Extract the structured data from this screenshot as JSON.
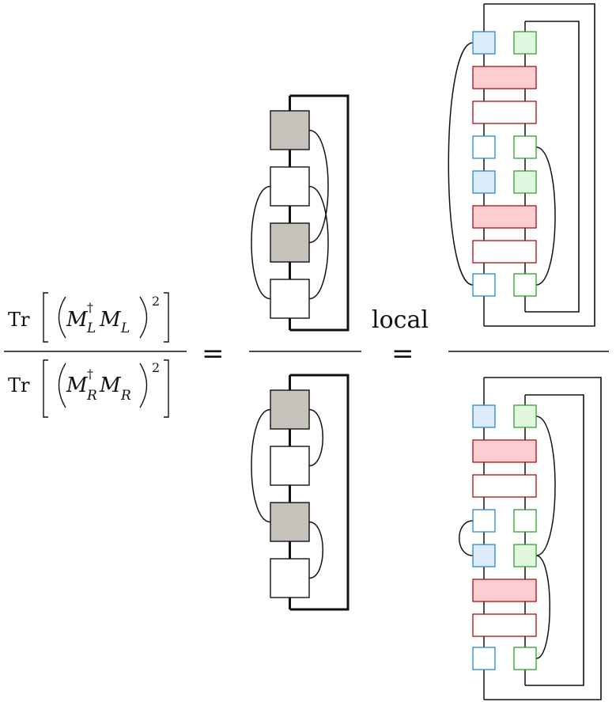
{
  "equation": {
    "trace_operator": "Tr",
    "numerator_matrix": "M",
    "numerator_subscript": "L",
    "denominator_matrix": "M",
    "denominator_subscript": "R",
    "dagger": "†",
    "exponent": "2",
    "equals_sign": "=",
    "local_label": "local"
  },
  "colors": {
    "ink": "#111111",
    "gray_tensor_fill": "#c6c2bb",
    "blue_stroke": "#3a8fd6",
    "blue_fill": "#dcecfb",
    "green_stroke": "#3fa83c",
    "green_fill": "#e1f7df",
    "red_stroke": "#b41e23",
    "red_fill": "#fbcfd1"
  },
  "legs": {
    "middle_top": [
      -1,
      3,
      0,
      2
    ],
    "middle_bottom": [
      2,
      1,
      0,
      -1
    ],
    "right_top_left": [
      3,
      -1,
      0,
      2
    ],
    "right_top_right": [
      -1,
      3,
      2,
      0
    ],
    "right_bottom_left": [
      -1,
      2,
      0,
      3
    ],
    "right_bottom_right": [
      2,
      0,
      3,
      -1
    ]
  }
}
